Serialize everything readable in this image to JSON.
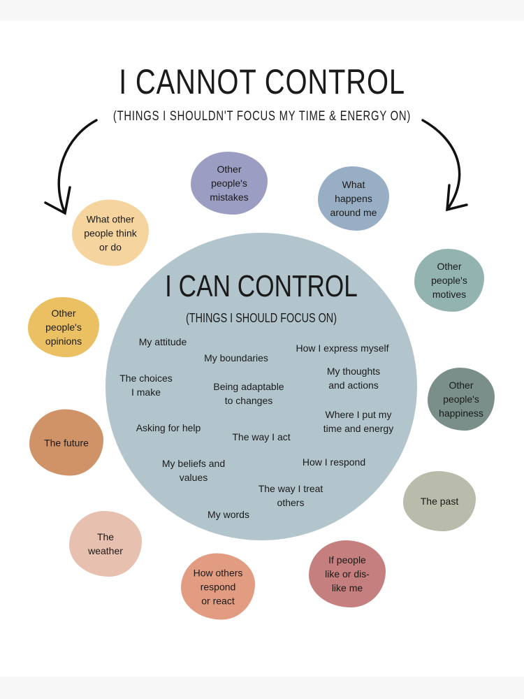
{
  "title": "I CANNOT CONTROL",
  "subtitle": "(THINGS I SHOULDN'T FOCUS MY TIME & ENERGY ON)",
  "inner": {
    "title": "I CAN CONTROL",
    "subtitle": "(THINGS I SHOULD FOCUS ON)",
    "items": [
      "My attitude",
      "My boundaries",
      "How I express myself",
      "The choices\nI make",
      "Being adaptable\nto changes",
      "My thoughts\nand actions",
      "Where I put my\ntime and energy",
      "Asking for help",
      "The way I act",
      "My beliefs and\nvalues",
      "How I respond",
      "The way I treat\nothers",
      "My words"
    ],
    "color": "#b3c5cc"
  },
  "outer": [
    {
      "label": "Other\npeople's\nmistakes",
      "color": "#9b9dc2"
    },
    {
      "label": "What\nhappens\naround me",
      "color": "#98aec4"
    },
    {
      "label": "What other\npeople think\nor do",
      "color": "#f5d49e"
    },
    {
      "label": "Other\npeople's\nmotives",
      "color": "#93b3b0"
    },
    {
      "label": "Other\npeople's\nopinions",
      "color": "#eac063"
    },
    {
      "label": "Other\npeople's\nhappiness",
      "color": "#7a8f89"
    },
    {
      "label": "The future",
      "color": "#cf9367"
    },
    {
      "label": "The past",
      "color": "#b9bcab"
    },
    {
      "label": "The\nweather",
      "color": "#e7c0b0"
    },
    {
      "label": "How others\nrespond\nor react",
      "color": "#e19c81"
    },
    {
      "label": "If people\nlike or dis-\nlike me",
      "color": "#c47f7e"
    }
  ]
}
